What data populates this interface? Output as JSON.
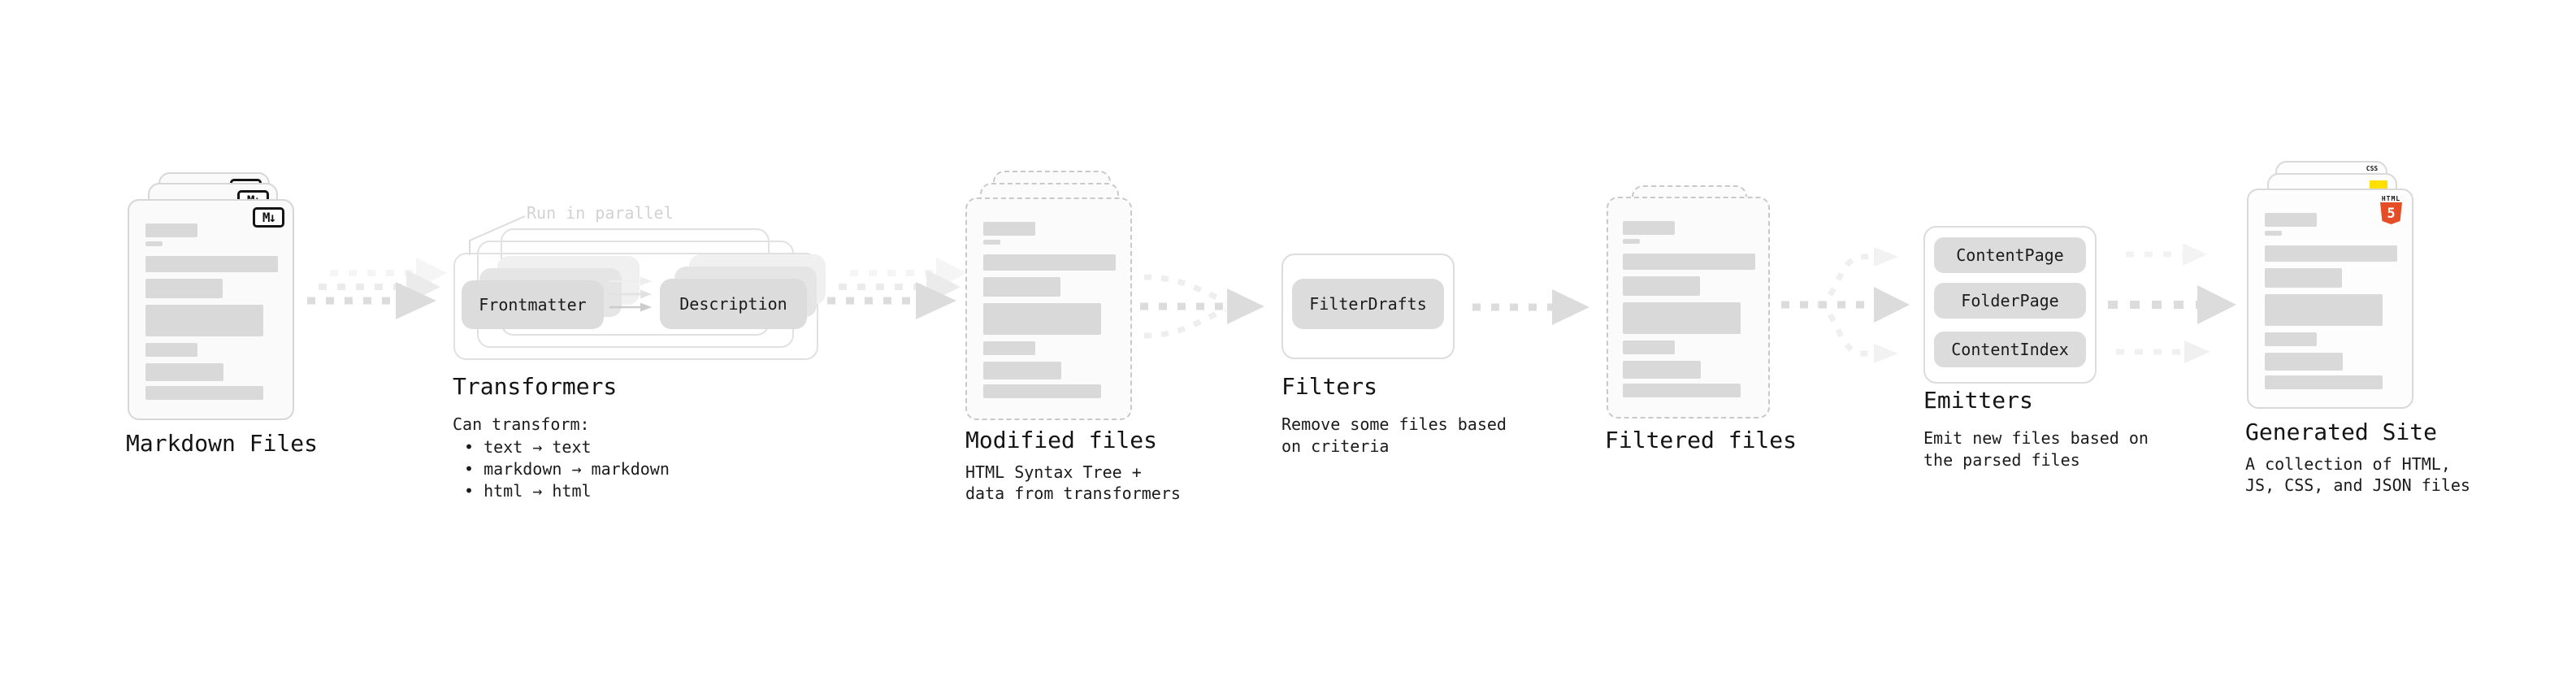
{
  "diagram": {
    "type": "pipeline-flow",
    "pipeline_order": [
      "Markdown Files",
      "Transformers",
      "Modified files",
      "Filters",
      "Filtered files",
      "Emitters",
      "Generated Site"
    ]
  },
  "sections": {
    "markdown": {
      "label": "Markdown Files"
    },
    "transformers": {
      "label": "Transformers",
      "annotation": "Run in parallel",
      "nodes": [
        "Frontmatter",
        "Description"
      ],
      "caption_title": "Can transform:",
      "bullets": [
        "text → text",
        "markdown → markdown",
        "html → html"
      ]
    },
    "modified": {
      "label": "Modified files",
      "caption_lines": [
        "HTML Syntax Tree +",
        "data from transformers"
      ]
    },
    "filters": {
      "label": "Filters",
      "node": "FilterDrafts",
      "caption_lines": [
        "Remove some files based",
        "on criteria"
      ]
    },
    "filtered": {
      "label": "Filtered files"
    },
    "emitters": {
      "label": "Emitters",
      "nodes": [
        "ContentPage",
        "FolderPage",
        "ContentIndex"
      ],
      "caption_lines": [
        "Emit new files based on",
        "the parsed files"
      ]
    },
    "generated": {
      "label": "Generated Site",
      "caption_lines": [
        "A collection of HTML,",
        "JS, CSS, and JSON files"
      ]
    }
  },
  "icons": {
    "markdown": "M↓",
    "html5_wordmark": "HTML",
    "html5_glyph": "5",
    "css_wordmark": "CSS"
  },
  "colors": {
    "card_border": "#d7d7d7",
    "dashed_border": "#c9c9c9",
    "text_line_bar": "#d9d9d9",
    "node_fill": "#dcdcdc",
    "arrow_dark": "#dcdcdc",
    "arrow_light": "#efefef",
    "annotation_gray": "#d2d2d2",
    "html5_orange": "#e44d26",
    "js_yellow": "#ffe000",
    "css_blue": "#2563eb"
  }
}
